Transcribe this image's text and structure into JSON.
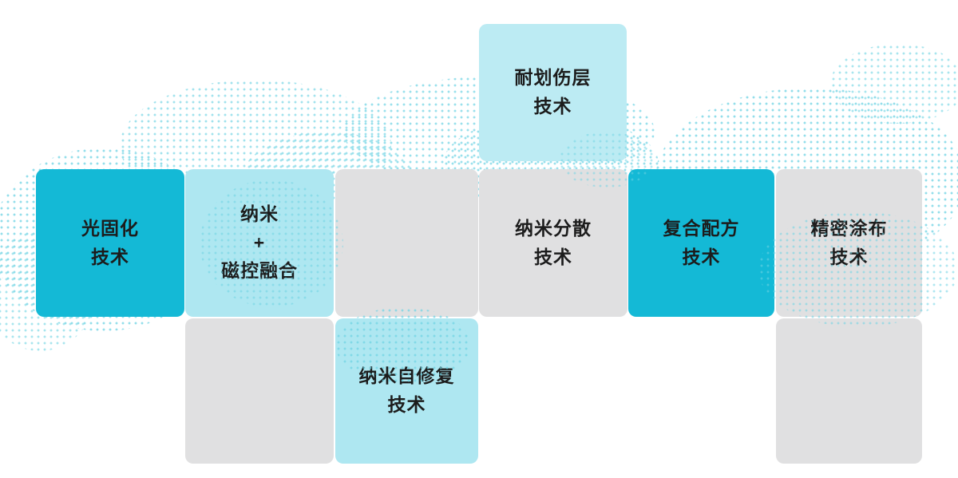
{
  "diagram": {
    "title": "core technology tiles",
    "colors": {
      "bright": "#14b9d6",
      "light": "#aee7f1",
      "light2": "#bcebf3",
      "gray": "#e0e0e1",
      "dot": "#6fd4e4"
    },
    "tiles": [
      {
        "id": "scratch-resistant-layer",
        "label": "耐划伤层\n技术",
        "style": "light2"
      },
      {
        "id": "uv-curing",
        "label": "光固化\n技术",
        "style": "bright"
      },
      {
        "id": "nano-magnetron-fusion",
        "label": "纳米\n+\n磁控融合",
        "style": "light"
      },
      {
        "id": "empty-1",
        "label": "",
        "style": "gray"
      },
      {
        "id": "nano-dispersion",
        "label": "纳米分散\n技术",
        "style": "gray"
      },
      {
        "id": "composite-formula",
        "label": "复合配方\n技术",
        "style": "bright"
      },
      {
        "id": "precision-coating",
        "label": "精密涂布\n技术",
        "style": "gray"
      },
      {
        "id": "empty-2",
        "label": "",
        "style": "gray"
      },
      {
        "id": "nano-self-healing",
        "label": "纳米自修复\n技术",
        "style": "light"
      },
      {
        "id": "empty-3",
        "label": "",
        "style": "gray"
      }
    ]
  }
}
